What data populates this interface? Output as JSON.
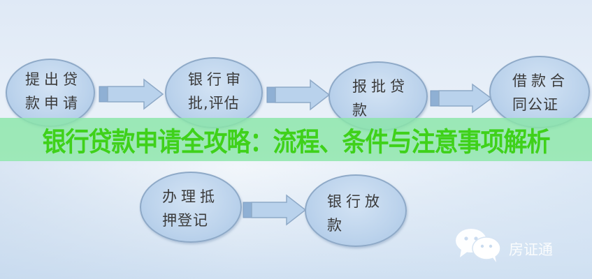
{
  "diagram": {
    "type": "flowchart",
    "nodes": [
      {
        "id": "n1",
        "line1": "提出贷",
        "line2": "款申请"
      },
      {
        "id": "n2",
        "line1": "银行审",
        "line2": "批,评估"
      },
      {
        "id": "n3",
        "line1": "报批贷",
        "line2": "款"
      },
      {
        "id": "n4",
        "line1": "借款合",
        "line2": "同公证"
      },
      {
        "id": "n5",
        "line1": "办理抵",
        "line2": "押登记"
      },
      {
        "id": "n6",
        "line1": "银行放",
        "line2": "款"
      }
    ],
    "edges": [
      {
        "from": "n1",
        "to": "n2"
      },
      {
        "from": "n2",
        "to": "n3"
      },
      {
        "from": "n3",
        "to": "n4"
      },
      {
        "from": "n5",
        "to": "n6"
      }
    ]
  },
  "banner": {
    "title": "银行贷款申请全攻略：流程、条件与注意事项解析"
  },
  "watermark": {
    "icon": "wechat-icon",
    "text": "房证通"
  },
  "colors": {
    "node_fill": "#bcd3ec",
    "node_border": "#8ea9c7",
    "arrow_fill": "#b9d2ec",
    "banner_bg": "#8ae5a8",
    "banner_text": "#3fd11a"
  }
}
